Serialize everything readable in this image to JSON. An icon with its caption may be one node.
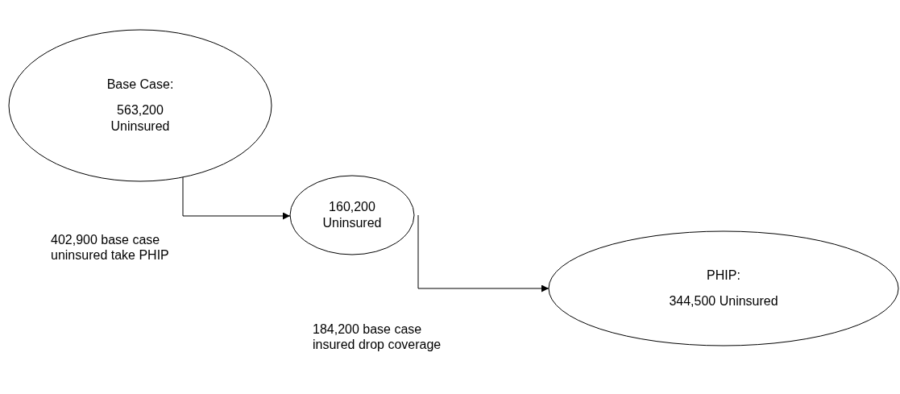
{
  "diagram": {
    "nodes": [
      {
        "text": [
          "Base Case:",
          "563,200 Uninsured"
        ]
      },
      {
        "text": [
          "160,200 Uninsured"
        ]
      },
      {
        "text": [
          "PHIP:",
          "344,500 Uninsured"
        ]
      }
    ],
    "edges": [
      {
        "from": 0,
        "to": 1,
        "arrow": "to",
        "label": "402,900 base case uninsured take PHIP"
      },
      {
        "from": 1,
        "to": 2,
        "arrow": "to",
        "label": "184,200 base case insured drop coverage"
      }
    ]
  }
}
